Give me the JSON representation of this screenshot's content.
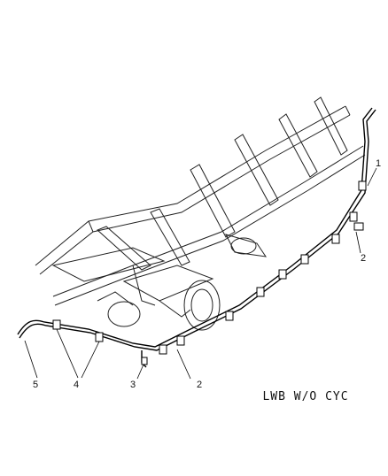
{
  "diagram": {
    "caption": "LWB W/O CYC",
    "callouts": [
      {
        "id": "c1",
        "label": "1"
      },
      {
        "id": "c2a",
        "label": "2"
      },
      {
        "id": "c2b",
        "label": "2"
      },
      {
        "id": "c3",
        "label": "3"
      },
      {
        "id": "c4",
        "label": "4"
      },
      {
        "id": "c5",
        "label": "5"
      }
    ]
  }
}
